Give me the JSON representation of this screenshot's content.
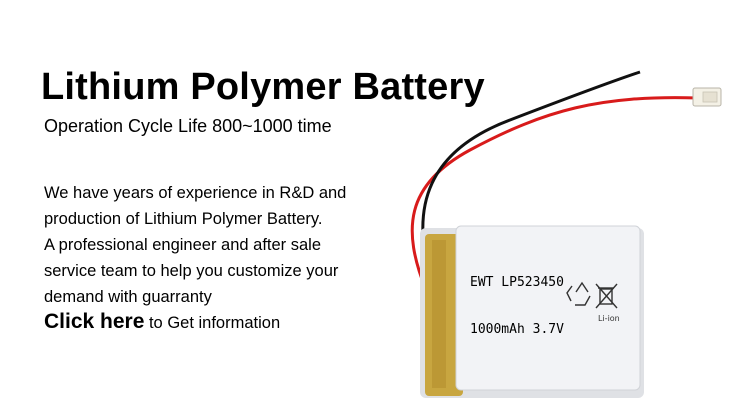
{
  "banner": {
    "title": "Lithium Polymer Battery",
    "subtitle": "Operation Cycle Life 800~1000 time",
    "description": [
      "We have years of experience in R&D and",
      "production of Lithium Polymer Battery.",
      "A professional engineer and after sale",
      "service team to help you customize your",
      "demand with guarranty"
    ],
    "cta": {
      "link_label": "Click here",
      "rest": " to Get information"
    }
  },
  "battery_label": {
    "model": "EWT  LP523450",
    "capacity": "1000mAh 3.7V",
    "chemistry": "Li-ion"
  },
  "icons": [
    "battery-photo",
    "recycle-icon",
    "crossed-bin-icon",
    "connector-icon"
  ],
  "colors": {
    "wire_red": "#d81b1b",
    "wire_black": "#111111",
    "kapton_tape": "#c8a640",
    "label_bg": "#f2f3f6"
  }
}
